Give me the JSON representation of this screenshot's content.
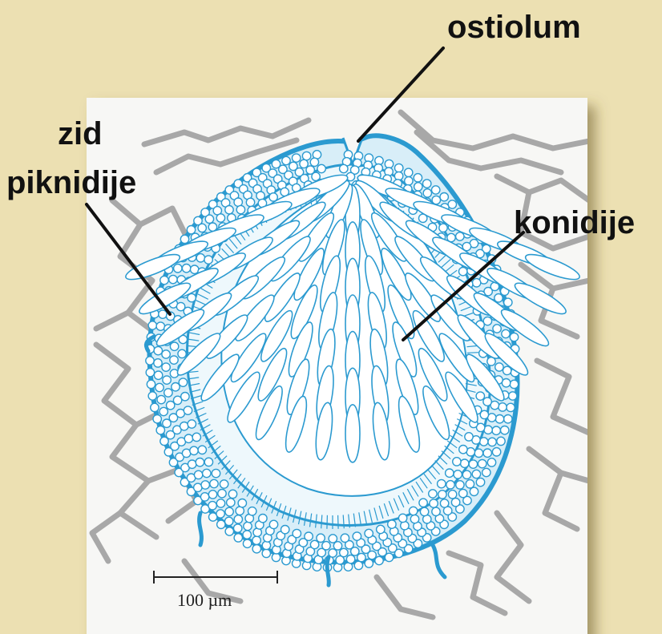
{
  "labels": {
    "ostiolum": "ostiolum",
    "zid": "zid",
    "piknidije": "piknidije",
    "konidije": "konidije"
  },
  "scale_bar": {
    "text": "100 µm"
  },
  "colors": {
    "background": "#ece0b2",
    "panel": "#f7f7f5",
    "pycnidium": "#2b9ad0",
    "host_tissue": "#a8a8a8",
    "leader": "#111111"
  }
}
